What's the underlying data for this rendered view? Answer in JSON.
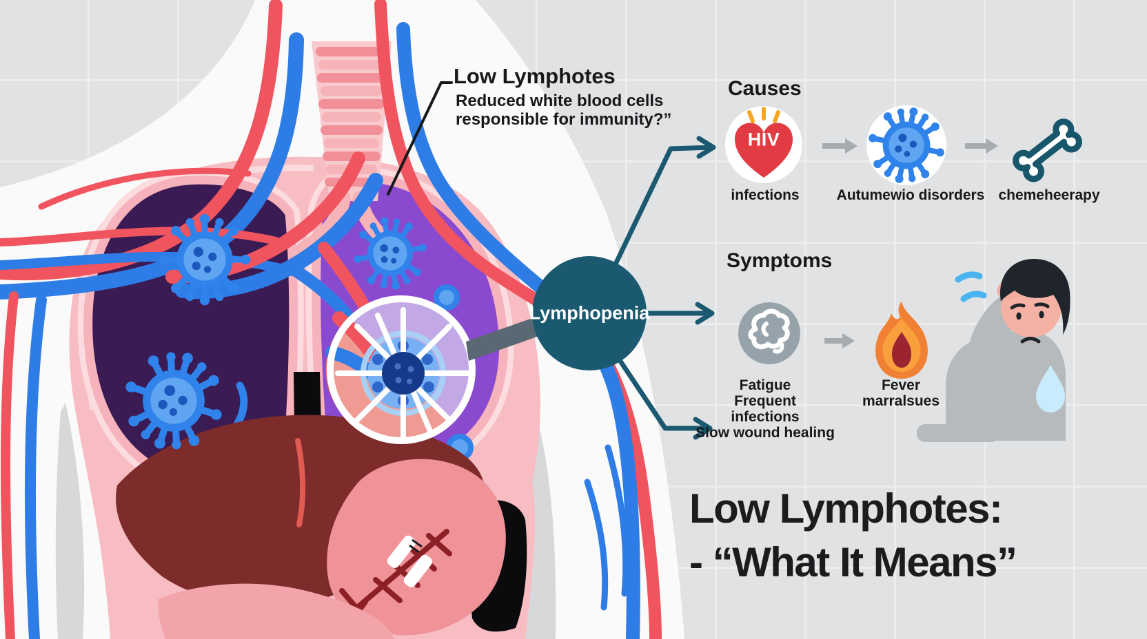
{
  "infographic": {
    "callout": {
      "title": "Low Lymphotes",
      "line1": "Reduced white blood cells",
      "line2": "responsible for immunity?”"
    },
    "center_node": {
      "label": "Lymphopenia"
    },
    "causes": {
      "heading": "Causes",
      "item1": {
        "icon": "hiv-heart-icon",
        "badge": "HIV",
        "label": "infections"
      },
      "item2": {
        "icon": "autoimmune-virus-icon",
        "label": "Autumewio disorders"
      },
      "item3": {
        "icon": "bone-icon",
        "label": "chemeheerapy"
      }
    },
    "symptoms": {
      "heading": "Symptoms",
      "item1": {
        "icon": "fatigue-icon",
        "line1": "Fatigue",
        "line2": "Frequent",
        "line3": "infections",
        "line4": "Slow wound healing"
      },
      "item2": {
        "icon": "fever-flame-icon",
        "line1": "Fever",
        "line2": "marralsues"
      }
    },
    "title": {
      "line1": "Low Lymphotes:",
      "line2": "- “What It Means”"
    },
    "icons": [
      "hiv-heart-icon",
      "autoimmune-virus-icon",
      "bone-icon",
      "fatigue-icon",
      "fever-flame-icon",
      "virus-icon",
      "magnifier-circle",
      "sick-person-illustration",
      "sweat-drops-icon",
      "tear-drop-icon",
      "bandage-icon"
    ],
    "colors": {
      "accent_teal": "#1b5970",
      "hiv_red": "#e23b44",
      "virus_blue": "#2f83ea",
      "artery_red": "#f0545e",
      "vein_blue": "#2e7ce6",
      "lung_left_purple": "#3b1b53",
      "lung_right_purple": "#8a4ad0",
      "liver_red": "#7d2b2b",
      "skin_pink": "#f7bdc3",
      "flame_orange": "#f08134",
      "background_gray": "#e1e2e4"
    }
  }
}
